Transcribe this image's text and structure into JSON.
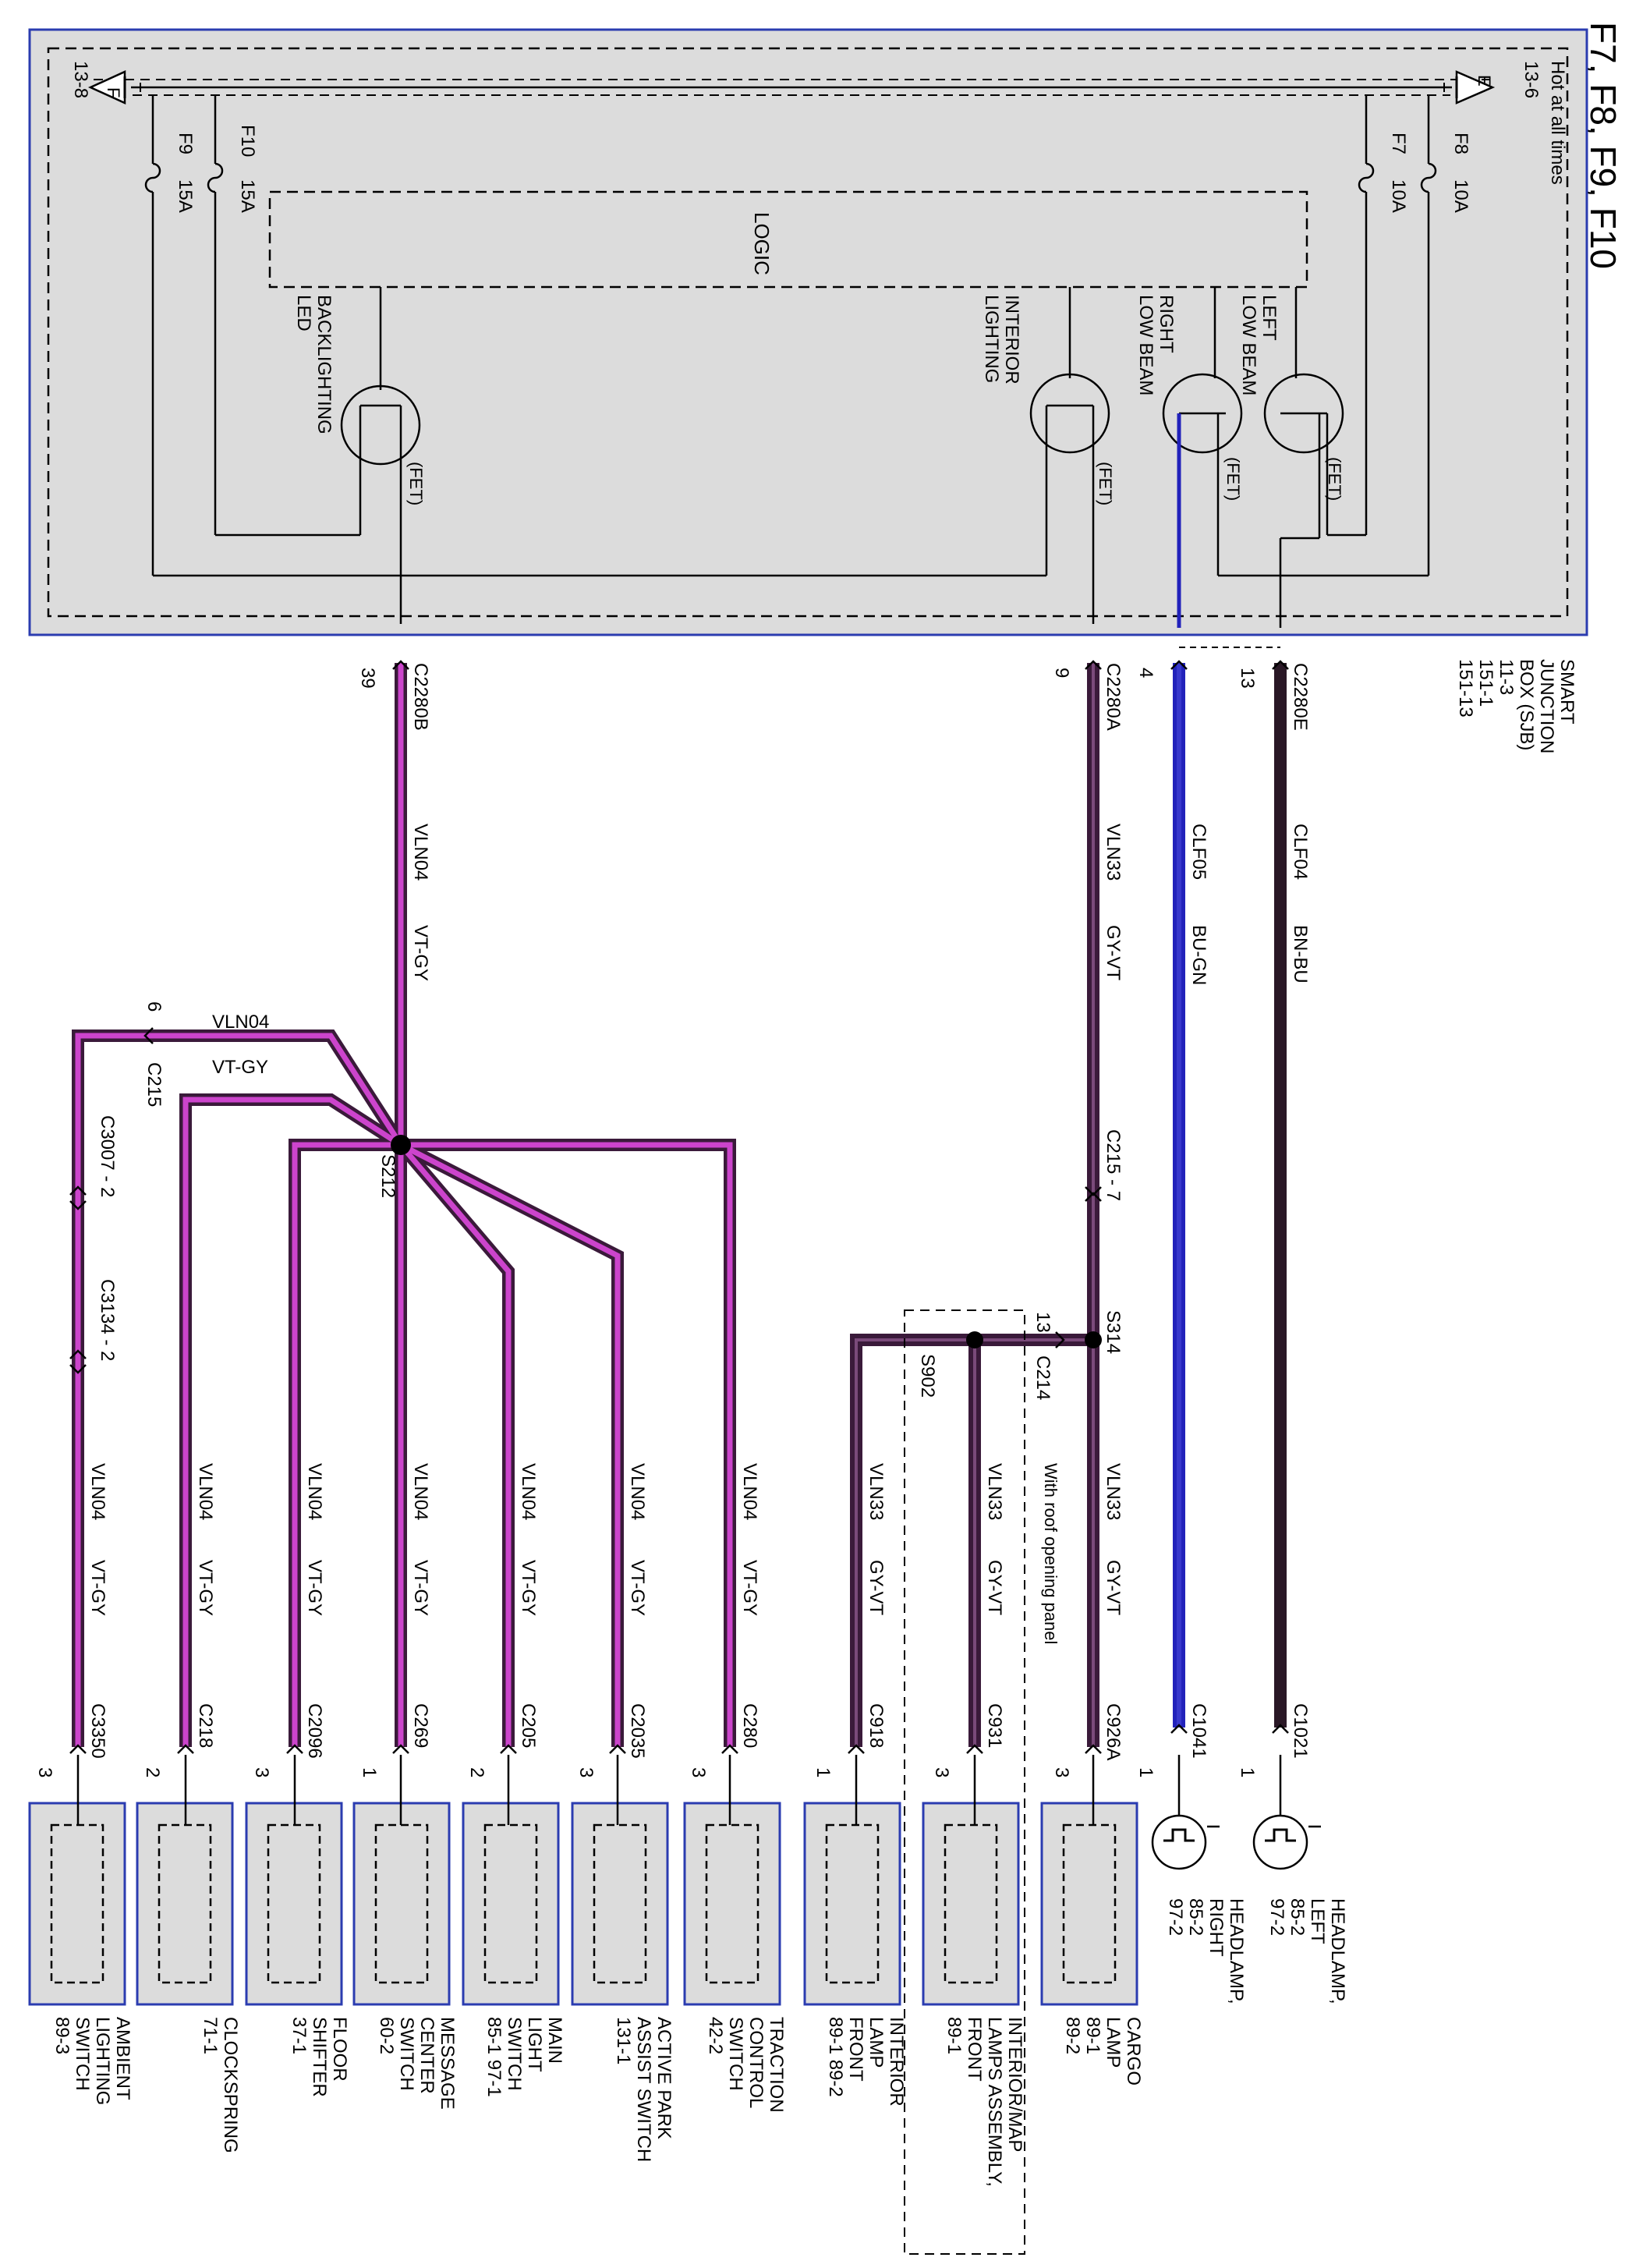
{
  "title": "F7, F8, F9, F10",
  "sjb": {
    "name": [
      "SMART",
      "JUNCTION",
      "BOX (SJB)"
    ],
    "refs": [
      "11-3",
      "151-1",
      "151-13"
    ],
    "hot_label": "Hot at all times",
    "bus_e": "E",
    "bus_f": "F",
    "bus_e_ref": "13-6",
    "bus_f_ref": "13-8",
    "logic": "LOGIC",
    "fet": "(FET)",
    "fuses": [
      {
        "id": "F8",
        "rating": "10A"
      },
      {
        "id": "F7",
        "rating": "10A"
      },
      {
        "id": "F10",
        "rating": "15A"
      },
      {
        "id": "F9",
        "rating": "15A"
      }
    ],
    "outputs": [
      {
        "label": [
          "LEFT",
          "LOW BEAM"
        ]
      },
      {
        "label": [
          "RIGHT",
          "LOW BEAM"
        ]
      },
      {
        "label": [
          "INTERIOR",
          "LIGHTING"
        ]
      },
      {
        "label": [
          "BACKLIGHTING",
          "LED"
        ]
      }
    ]
  },
  "connectors": {
    "c2280e": {
      "name": "C2280E",
      "pin": "13"
    },
    "clf05_pin": {
      "pin": "4"
    },
    "c2280a": {
      "name": "C2280A",
      "pin": "9"
    },
    "c2280b": {
      "name": "C2280B",
      "pin": "39"
    }
  },
  "wires": {
    "clf04": {
      "circuit": "CLF04",
      "color": "BN-BU"
    },
    "clf05": {
      "circuit": "CLF05",
      "color": "BU-GN"
    },
    "vln33": {
      "circuit": "VLN33",
      "color": "GY-VT"
    },
    "vln04": {
      "circuit": "VLN04",
      "color": "VT-GY"
    }
  },
  "splices": {
    "s212": "S212",
    "s314": "S314",
    "s902": "S902"
  },
  "inline": {
    "c215_7": "C215 - 7",
    "c214": "C214",
    "c214_pin": "13",
    "c215": "C215",
    "c215_pin": "6",
    "c3007": "C3007 - 2",
    "c3134": "C3134 - 2",
    "roof_note": "With roof opening panel"
  },
  "components": [
    {
      "connector": "C1021",
      "pin": "1",
      "label": [
        "HEADLAMP,",
        "LEFT",
        "85-2",
        "97-2"
      ]
    },
    {
      "connector": "C1041",
      "pin": "1",
      "label": [
        "HEADLAMP,",
        "RIGHT",
        "85-2",
        "97-2"
      ]
    },
    {
      "connector": "C926A",
      "pin": "3",
      "label": [
        "CARGO",
        "LAMP",
        "89-1",
        "89-2"
      ]
    },
    {
      "connector": "C931",
      "pin": "3",
      "label": [
        "INTERIOR/MAP",
        "LAMPS ASSEMBLY,",
        "FRONT",
        "89-1"
      ]
    },
    {
      "connector": "C918",
      "pin": "1",
      "label": [
        "INTERIOR",
        "LAMP",
        "FRONT",
        "89-1   89-2"
      ]
    },
    {
      "connector": "C280",
      "pin": "3",
      "label": [
        "TRACTION",
        "CONTROL",
        "SWITCH",
        "42-2"
      ]
    },
    {
      "connector": "C2035",
      "pin": "3",
      "label": [
        "ACTIVE PARK",
        "ASSIST SWITCH",
        "131-1"
      ]
    },
    {
      "connector": "C205",
      "pin": "2",
      "label": [
        "MAIN",
        "LIGHT",
        "SWITCH",
        "85-1  97-1"
      ]
    },
    {
      "connector": "C269",
      "pin": "1",
      "label": [
        "MESSAGE",
        "CENTER",
        "SWITCH",
        "60-2"
      ]
    },
    {
      "connector": "C2096",
      "pin": "3",
      "label": [
        "FLOOR",
        "SHIFTER",
        "37-1"
      ]
    },
    {
      "connector": "C218",
      "pin": "2",
      "label": [
        "CLOCKSPRING",
        "71-1"
      ]
    },
    {
      "connector": "C3350",
      "pin": "3",
      "label": [
        "AMBIENT",
        "LIGHTING",
        "SWITCH",
        "89-3"
      ]
    }
  ],
  "colors": {
    "box_fill": "#dcdcdc",
    "box_border": "#2b3cb0",
    "vt_gy": "#cc44cc",
    "gy_vt": "#3a1a3a",
    "bu_gn": "#2222bb",
    "bn_bu": "#2a1826"
  }
}
